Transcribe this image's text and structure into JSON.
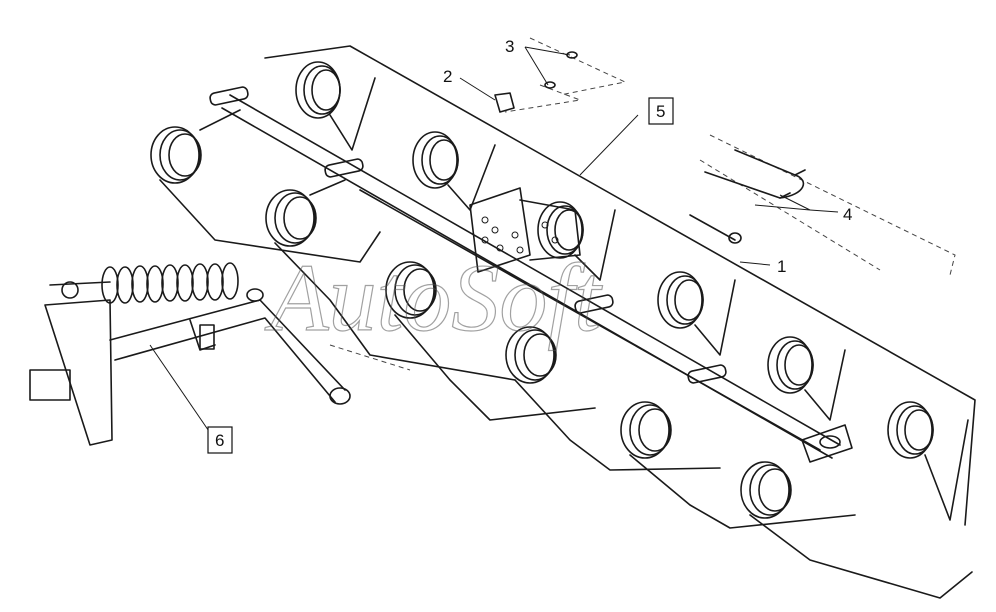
{
  "watermark": "AutoSoft",
  "callouts": [
    {
      "id": "callout-1",
      "number": "1",
      "boxed": false
    },
    {
      "id": "callout-2",
      "number": "2",
      "boxed": false
    },
    {
      "id": "callout-3",
      "number": "3",
      "boxed": false
    },
    {
      "id": "callout-4",
      "number": "4",
      "boxed": false
    },
    {
      "id": "callout-5",
      "number": "5",
      "boxed": true
    },
    {
      "id": "callout-6",
      "number": "6",
      "boxed": true
    }
  ],
  "colors": {
    "line": "#1a1a1a",
    "background": "#ffffff"
  }
}
